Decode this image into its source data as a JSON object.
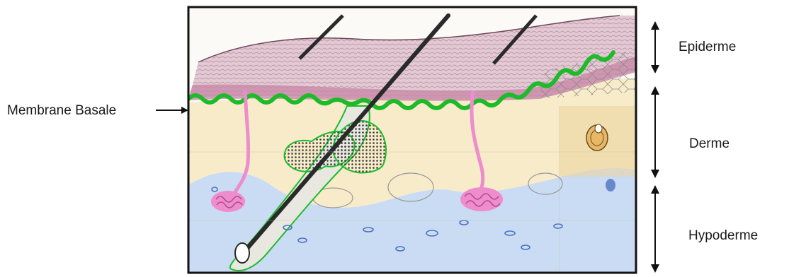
{
  "labels": {
    "membrane_basale": "Membrane Basale",
    "epiderme": "Epiderme",
    "derme": "Derme",
    "hypoderme": "Hypoderme"
  },
  "icons": [
    "hair-shaft",
    "sebaceous-gland",
    "sweat-gland",
    "hair-follicle",
    "blood-vessel"
  ],
  "colors": {
    "basement_membrane": "#1dbb2a",
    "epidermis": "#e3c9d3",
    "dermis": "#f7ebc9",
    "hypodermis": "#c9dcf3",
    "sweat_gland": "#ee8ccd",
    "sebaceous_gland": "#5d5d5d"
  }
}
